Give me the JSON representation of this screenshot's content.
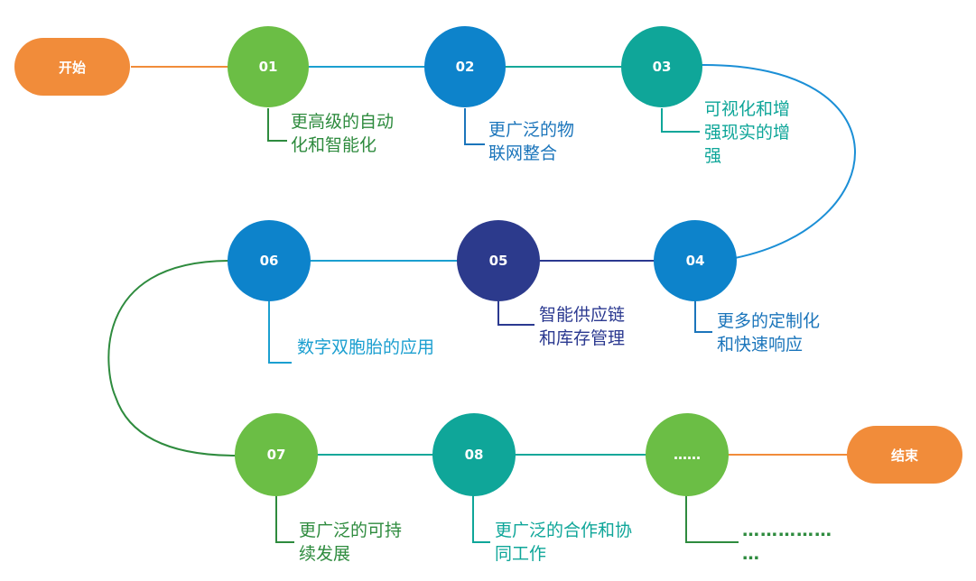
{
  "colors": {
    "orange": "#F18C3A",
    "green": "#6BBE45",
    "blue": "#0D83CB",
    "teal": "#0FA699",
    "navy": "#2C3A8C",
    "dark_green": "#2E8B3E",
    "dark_blue": "#1B75BB",
    "purple_blue": "#2B3990"
  },
  "start": {
    "label": "开始"
  },
  "end": {
    "label": "结束"
  },
  "steps": [
    {
      "id": "01",
      "text": "更高级的自动\n化和智能化"
    },
    {
      "id": "02",
      "text": "更广泛的物\n联网整合"
    },
    {
      "id": "03",
      "text": "可视化和增\n强现实的增\n强"
    },
    {
      "id": "04",
      "text": "更多的定制化\n和快速响应"
    },
    {
      "id": "05",
      "text": "智能供应链\n和库存管理"
    },
    {
      "id": "06",
      "text": "数字双胞胎的应用"
    },
    {
      "id": "07",
      "text": "更广泛的可持\n续发展"
    },
    {
      "id": "08",
      "text": "更广泛的合作和协\n同工作"
    },
    {
      "id": "……",
      "text": "……………\n…"
    }
  ]
}
